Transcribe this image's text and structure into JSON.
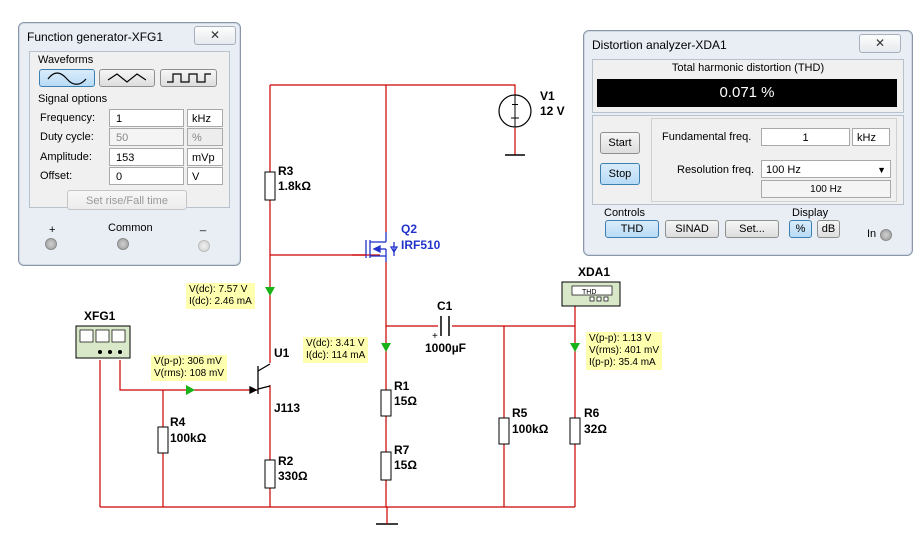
{
  "fg": {
    "title": "Function generator-XFG1",
    "close": "✕",
    "waveforms_label": "Waveforms",
    "signal_options_label": "Signal options",
    "rows": [
      {
        "label": "Frequency:",
        "value": "1",
        "unit": "kHz",
        "enabled": true
      },
      {
        "label": "Duty cycle:",
        "value": "50",
        "unit": "%",
        "enabled": false
      },
      {
        "label": "Amplitude:",
        "value": "153",
        "unit": "mVp",
        "enabled": true
      },
      {
        "label": "Offset:",
        "value": "0",
        "unit": "V",
        "enabled": true
      }
    ],
    "set_rise_fall": "Set rise/Fall time",
    "plus": "+",
    "common": "Common",
    "minus": "_",
    "selected_waveform": "sine"
  },
  "da": {
    "title": "Distortion analyzer-XDA1",
    "close": "✕",
    "header": "Total harmonic distortion (THD)",
    "readout": "0.071 %",
    "start": "Start",
    "stop": "Stop",
    "fundamental_label": "Fundamental freq.",
    "fundamental_value": "1",
    "fundamental_unit": "kHz",
    "resolution_label": "Resolution freq.",
    "resolution_value": "100 Hz",
    "resolution_display": "100 Hz",
    "controls_label": "Controls",
    "thd": "THD",
    "sinad": "SINAD",
    "set": "Set...",
    "display_label": "Display",
    "percent": "%",
    "db": "dB",
    "in_label": "In"
  },
  "circuit": {
    "v1_name": "V1",
    "v1_value": "12 V",
    "r3_name": "R3",
    "r3_value": "1.8kΩ",
    "q2_name": "Q2",
    "q2_value": "IRF510",
    "u1_name": "U1",
    "u1_value": "J113",
    "r2_name": "R2",
    "r2_value": "330Ω",
    "r4_name": "R4",
    "r4_value": "100kΩ",
    "r1_name": "R1",
    "r1_value": "15Ω",
    "r7_name": "R7",
    "r7_value": "15Ω",
    "c1_name": "C1",
    "c1_value": "1000µF",
    "r5_name": "R5",
    "r5_value": "100kΩ",
    "r6_name": "R6",
    "r6_value": "32Ω",
    "xfg1": "XFG1",
    "xda1": "XDA1",
    "xda1_screen": "THD",
    "probe1": [
      "V(dc): 7.57 V",
      "I(dc): 2.46 mA"
    ],
    "probe2": [
      "V(dc): 3.41 V",
      "I(dc): 114 mA"
    ],
    "probe3": [
      "V(p-p): 306 mV",
      "V(rms): 108 mV"
    ],
    "probe4": [
      "V(p-p): 1.13 V",
      "V(rms): 401 mV",
      "I(p-p): 35.4 mA"
    ],
    "wire_color": "#cc0000",
    "probe_color": "#19b319",
    "mosfet_color": "#2233cc"
  }
}
